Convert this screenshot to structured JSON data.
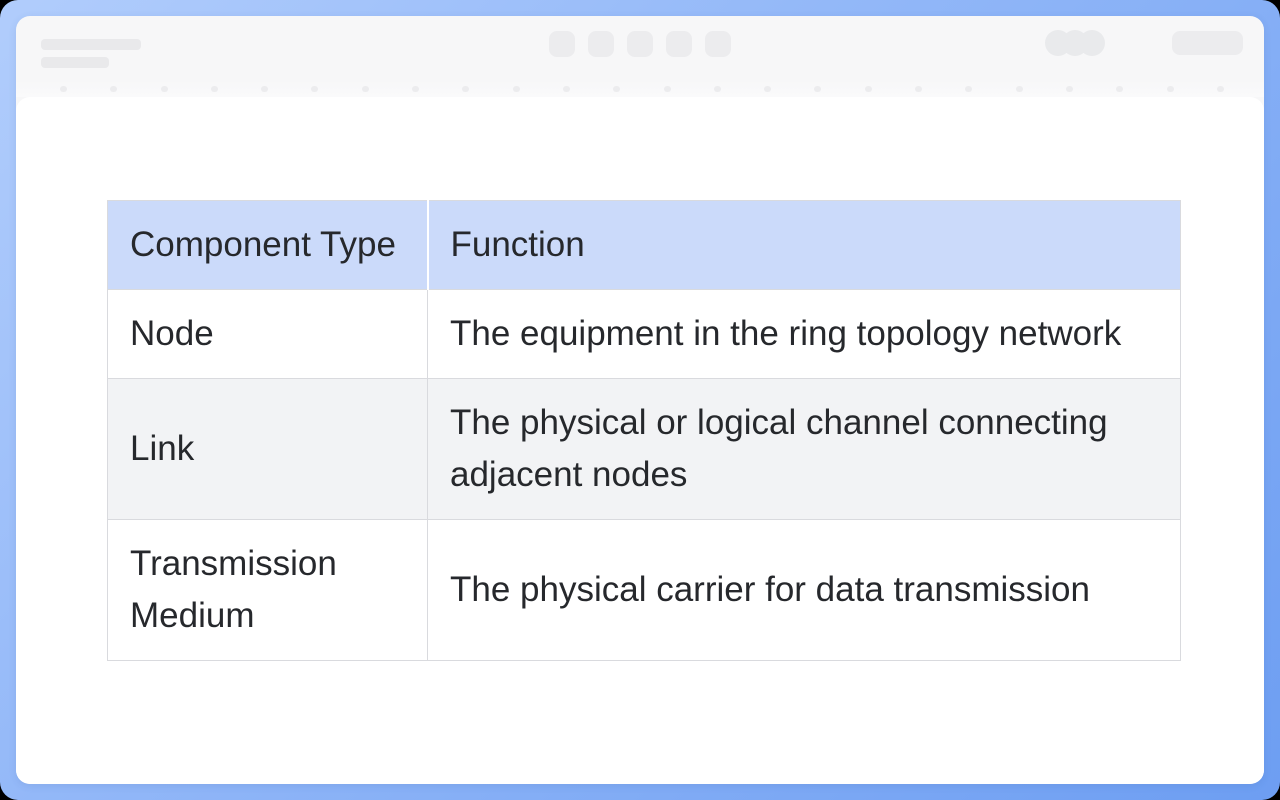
{
  "table": {
    "columns": [
      "Component Type",
      "Function"
    ],
    "rows": [
      {
        "component_type": "Node",
        "function": "The equipment in the ring topology network"
      },
      {
        "component_type": "Link",
        "function": "The physical or logical channel connecting adjacent nodes"
      },
      {
        "component_type": "Transmission Medium",
        "function": "The physical carrier for data transmission"
      }
    ]
  },
  "colors": {
    "frame_gradient_start": "#b1cdfc",
    "frame_gradient_end": "#6d9ef2",
    "header_bg": "#cbdafa",
    "alt_row_bg": "#f2f3f5",
    "grid_line": "#d9dade",
    "text": "#26282c"
  }
}
